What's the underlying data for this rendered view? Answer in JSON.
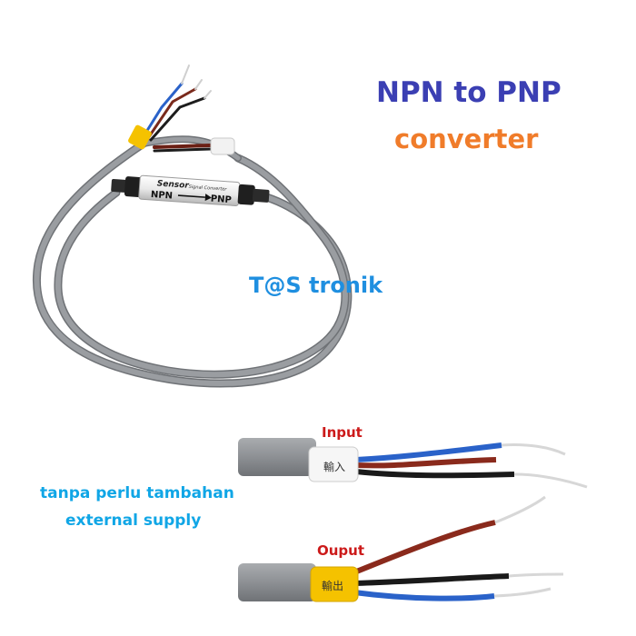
{
  "title": {
    "line1": "NPN to PNP",
    "line2": "converter"
  },
  "brand": "T@S tronik",
  "note": {
    "line1": "tanpa perlu tambahan",
    "line2": "external supply"
  },
  "labels": {
    "input": "Input",
    "output": "Ouput"
  },
  "module": {
    "brand_text": "Sensor",
    "sub_text": "Signal Converter",
    "from": "NPN",
    "to": "PNP"
  },
  "colors": {
    "title": "#3b3fb3",
    "subtitle": "#f07c2a",
    "brand": "#1f8fe0",
    "note": "#10a6e6",
    "label": "#cc1a1a",
    "cable": "#8d9094",
    "sleeve_yellow": "#f5c200"
  }
}
